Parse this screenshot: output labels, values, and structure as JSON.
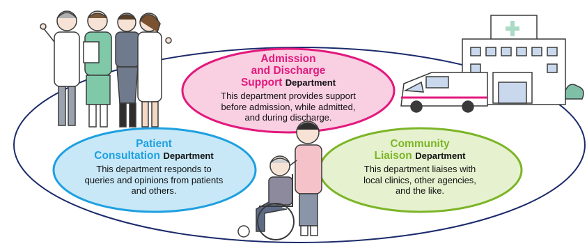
{
  "admission": {
    "title_line1": "Admission",
    "title_line2": "and Discharge",
    "title_line3": "Support",
    "dept": "Department",
    "desc_line1": "This department provides support",
    "desc_line2": "before admission, while admitted,",
    "desc_line3": "and during discharge.",
    "color": "#e2197d",
    "fill": "#f9cfe2"
  },
  "patient": {
    "title_line1": "Patient",
    "title_line2": "Consultation",
    "dept": "Department",
    "desc_line1": "This department responds to",
    "desc_line2": "queries and opinions from patients",
    "desc_line3": "and others.",
    "color": "#1ea0e0",
    "fill": "#c8e8f8"
  },
  "community": {
    "title_line1": "Community",
    "title_line2": "Liaison",
    "dept": "Department",
    "desc_line1": "This department liaises with",
    "desc_line2": "local clinics, other agencies,",
    "desc_line3": "and the like.",
    "color": "#7cb527",
    "fill": "#e6f2cf"
  },
  "outer_ring_color": "#1b2a6b"
}
